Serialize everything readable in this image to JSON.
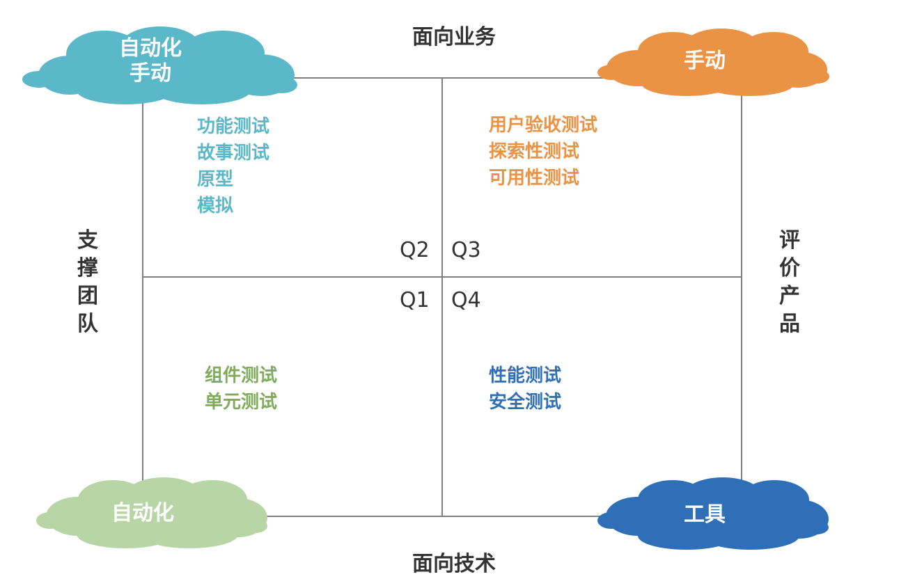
{
  "axes": {
    "top": "面向业务",
    "bottom": "面向技术",
    "left": "支撑团队",
    "right": "评价产品"
  },
  "clouds": {
    "top_left": {
      "lines": [
        "自动化",
        "手动"
      ],
      "color": "#5ab8c8"
    },
    "top_right": {
      "lines": [
        "手动"
      ],
      "color": "#ea9344"
    },
    "bottom_left": {
      "lines": [
        "自动化"
      ],
      "color": "#b8d5a6"
    },
    "bottom_right": {
      "lines": [
        "工具"
      ],
      "color": "#2f6fb7"
    }
  },
  "quadrants": {
    "q2": {
      "id": "Q2",
      "items": [
        "功能测试",
        "故事测试",
        "原型",
        "模拟"
      ],
      "color": "#5ab8c8"
    },
    "q3": {
      "id": "Q3",
      "items": [
        "用户验收测试",
        "探索性测试",
        "可用性测试"
      ],
      "color": "#ea9344"
    },
    "q1": {
      "id": "Q1",
      "items": [
        "组件测试",
        "单元测试"
      ],
      "color": "#7fab5a"
    },
    "q4": {
      "id": "Q4",
      "items": [
        "性能测试",
        "安全测试"
      ],
      "color": "#2f6fb7"
    }
  },
  "line_color": "#7f7f7f"
}
